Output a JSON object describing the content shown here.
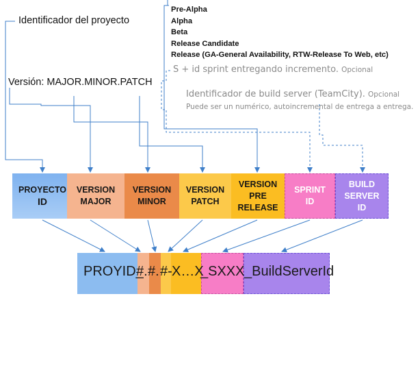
{
  "labels": {
    "project_id": "Identificador del proyecto",
    "version": "Versión: MAJOR.MINOR.PATCH",
    "sprint_note": "S + id sprint entregando incremento.",
    "sprint_optional": "Opcional",
    "build_title": "Identificador de build server (TeamCity).",
    "build_optional": "Opcional",
    "build_desc": "Puede ser un numérico, autoincremental de entrega a entrega."
  },
  "prerelease_stages": [
    "Pre-Alpha",
    "Alpha",
    "Beta",
    "Release Candidate",
    "Release (GA-General Availability, RTW-Release To Web, etc)"
  ],
  "boxes": [
    {
      "key": "proyecto",
      "lines": [
        "PROYECTO",
        "ID"
      ],
      "color": "#7fb3ef"
    },
    {
      "key": "major",
      "lines": [
        "VERSION",
        "MAJOR"
      ],
      "color": "#f5b48f"
    },
    {
      "key": "minor",
      "lines": [
        "VERSION",
        "MINOR"
      ],
      "color": "#ea8a49"
    },
    {
      "key": "patch",
      "lines": [
        "VERSION",
        "PATCH"
      ],
      "color": "#fcc94a"
    },
    {
      "key": "prerelease",
      "lines": [
        "VERSION",
        "PRE",
        "RELEASE"
      ],
      "color": "#fbbd22"
    },
    {
      "key": "sprint",
      "lines": [
        "SPRINT",
        "ID"
      ],
      "color": "#f77dc6"
    },
    {
      "key": "buildserver",
      "lines": [
        "BUILD",
        "SERVER",
        "ID"
      ],
      "color": "#a885ec"
    }
  ],
  "format": {
    "proyid": "PROYID_",
    "major": "#.",
    "minor": "#.",
    "patch": "#-",
    "prerelease": "X…X",
    "sprint": "_SXXX",
    "build": "_BuildServerId"
  },
  "colors": {
    "arrow": "#3f7fc9",
    "proyecto": "#7fb3ef",
    "major": "#f5b48f",
    "minor": "#ea8a49",
    "patch": "#fcc94a",
    "prerelease": "#fbbd22",
    "sprint": "#f77dc6",
    "buildserver": "#a885ec"
  }
}
